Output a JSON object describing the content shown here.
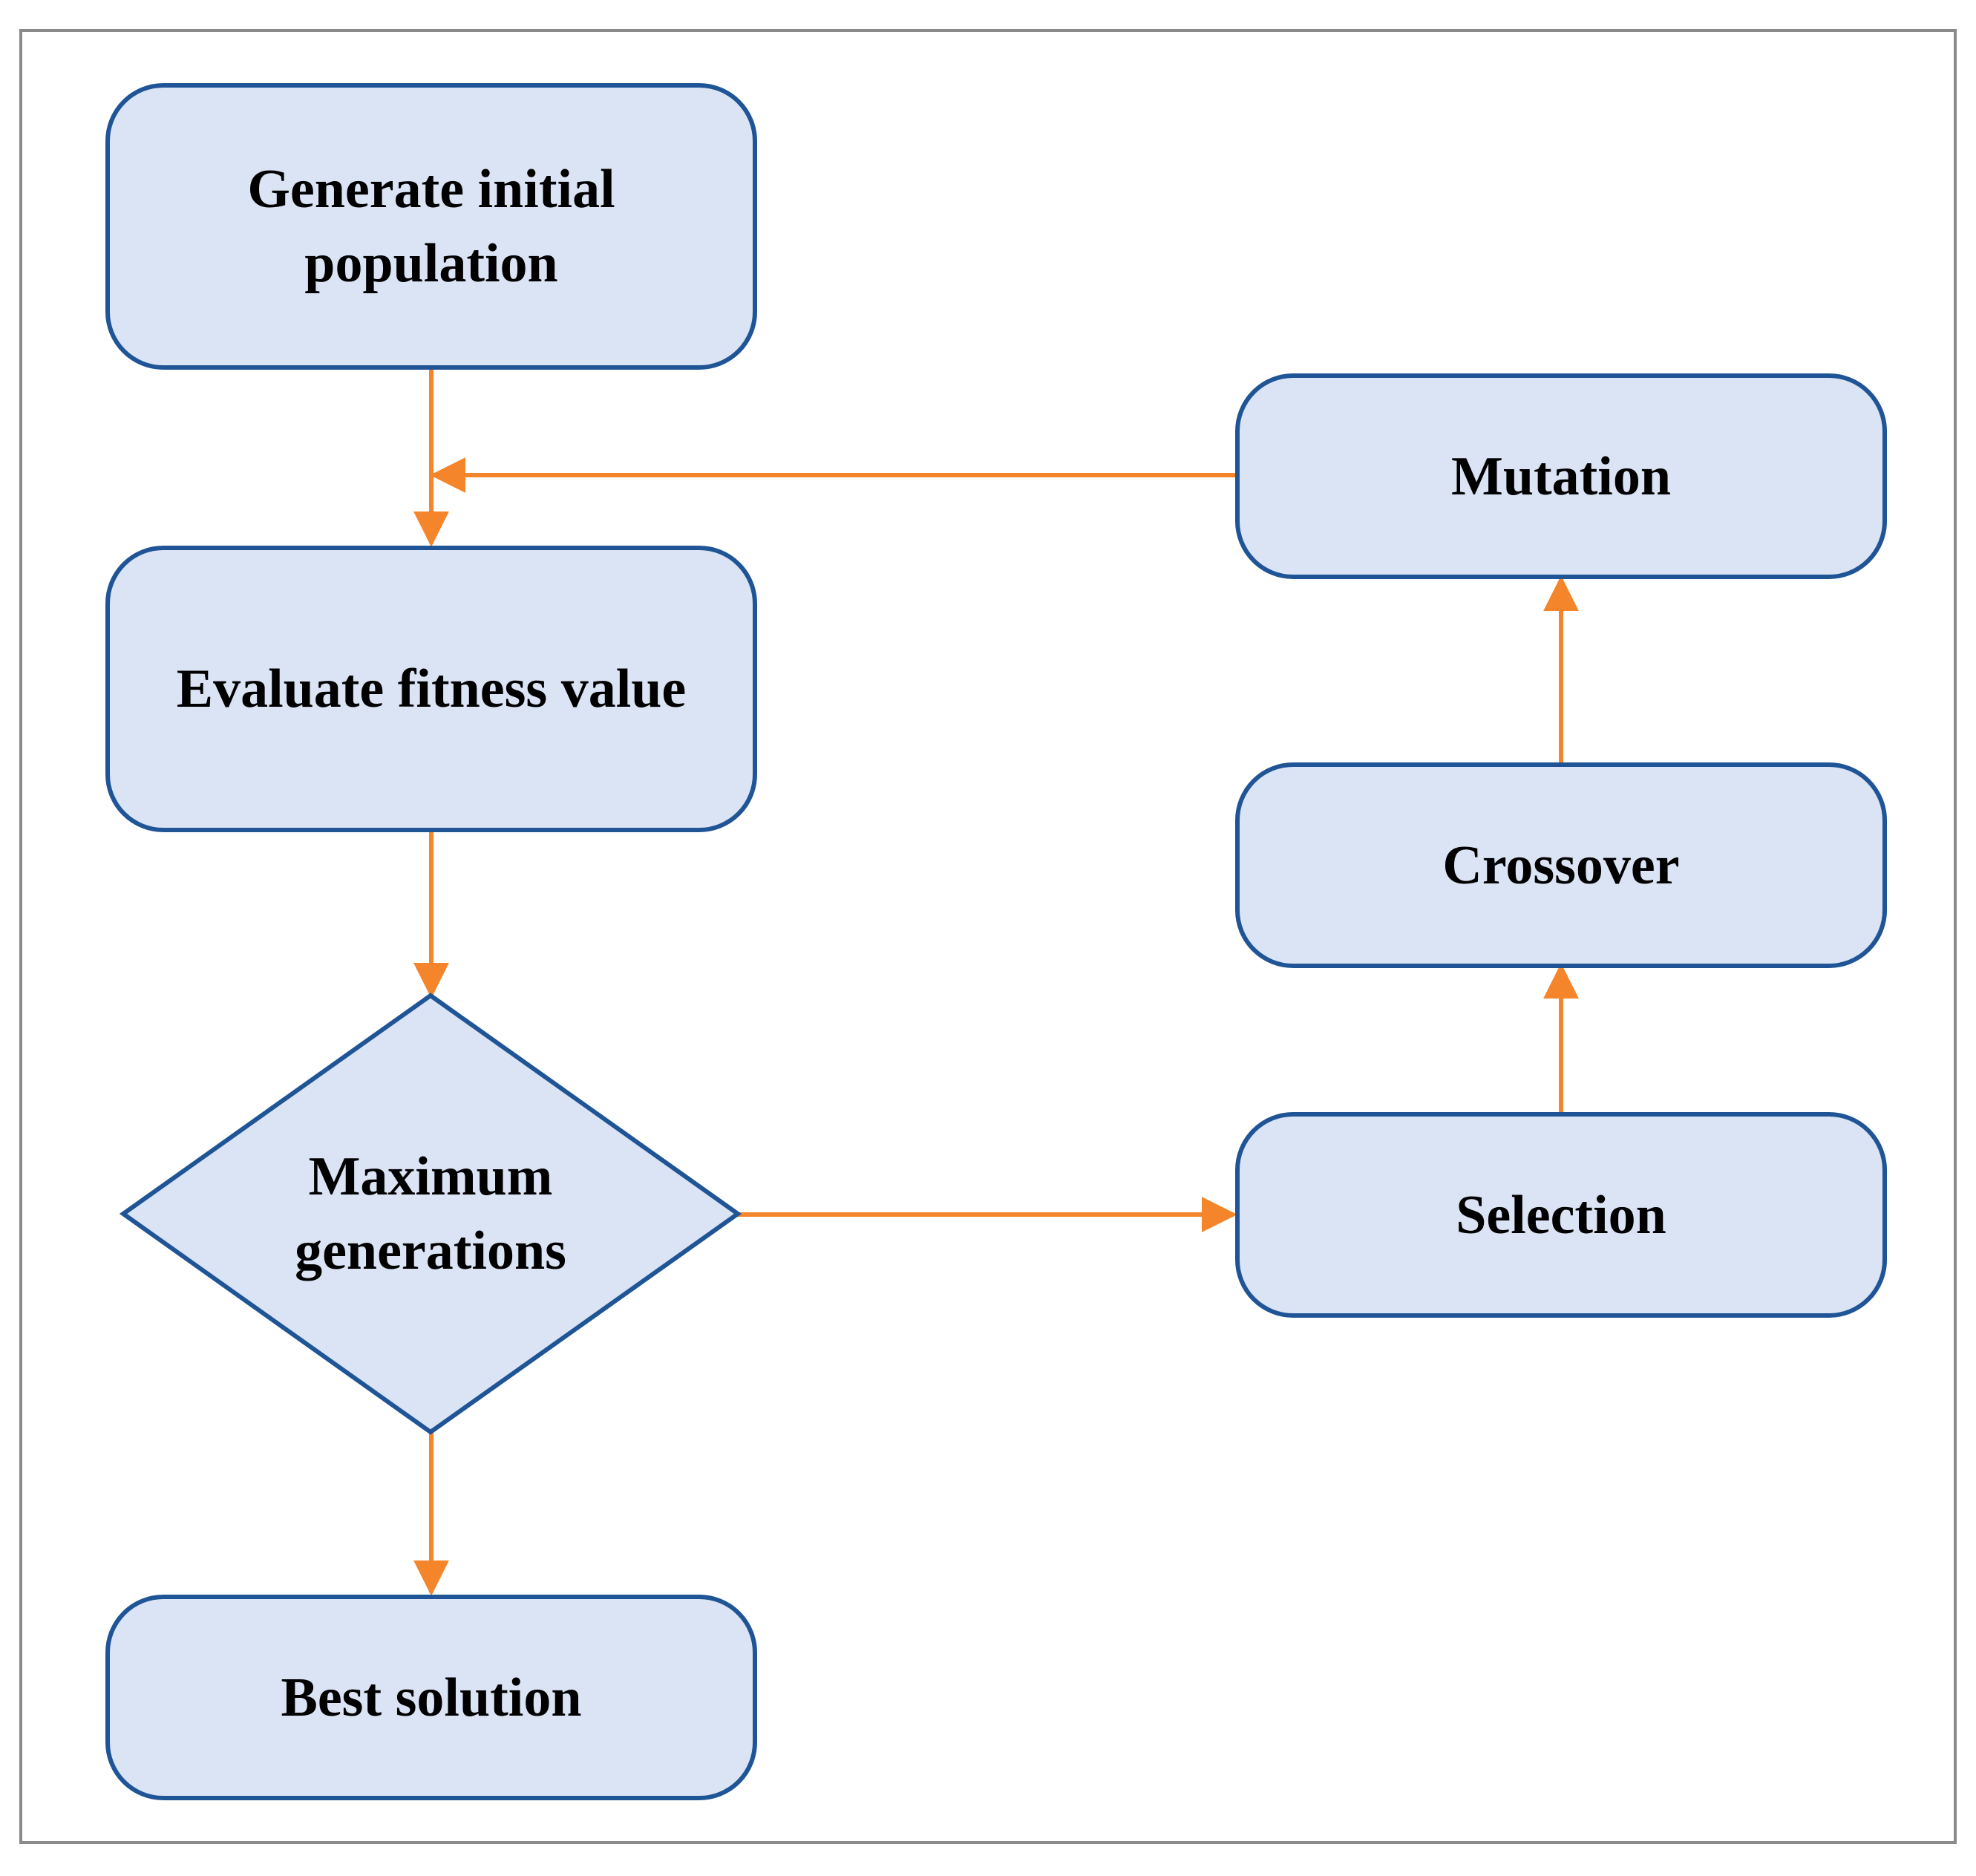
{
  "flowchart": {
    "nodes": {
      "generate": {
        "label": "Generate initial\npopulation"
      },
      "evaluate": {
        "label": "Evaluate fitness value"
      },
      "maximum": {
        "label": "Maximum\ngenerations"
      },
      "best": {
        "label": "Best solution"
      },
      "selection": {
        "label": "Selection"
      },
      "crossover": {
        "label": "Crossover"
      },
      "mutation": {
        "label": "Mutation"
      }
    },
    "edges": [
      {
        "from": "generate",
        "to": "evaluate"
      },
      {
        "from": "mutation",
        "to": "generate-evaluate-link"
      },
      {
        "from": "evaluate",
        "to": "maximum"
      },
      {
        "from": "maximum",
        "to": "best"
      },
      {
        "from": "maximum",
        "to": "selection"
      },
      {
        "from": "selection",
        "to": "crossover"
      },
      {
        "from": "crossover",
        "to": "mutation"
      }
    ],
    "colors": {
      "node_fill": "#dbe4f4",
      "node_border": "#1f5597",
      "arrow": "#f5852a",
      "frame": "#8a8a8a"
    }
  }
}
